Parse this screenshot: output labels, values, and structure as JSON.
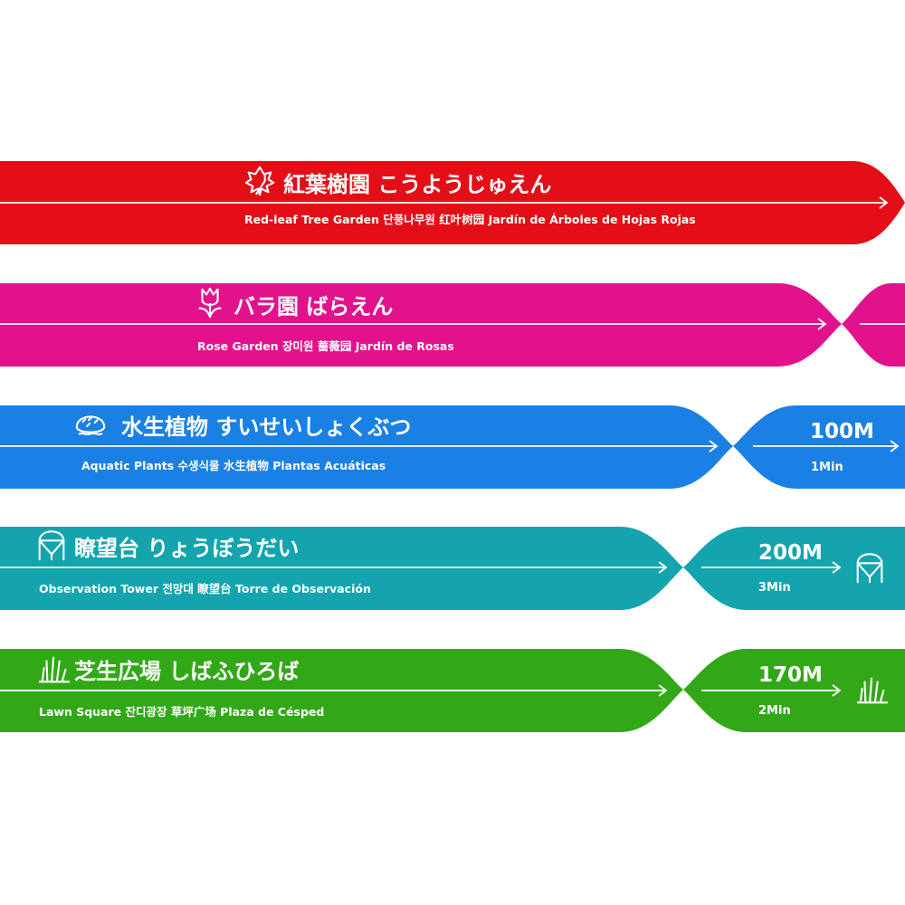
{
  "signs": [
    {
      "color": "#e30e18",
      "icon": "maple-leaf-icon",
      "title": "紅葉樹園 こうようじゅえん",
      "subtitle": "Red-leaf Tree Garden 단풍나무원 红叶树园 Jardín de Árboles de Hojas Rojas"
    },
    {
      "color": "#e2128c",
      "icon": "tulip-icon",
      "title": "バラ園 ばらえん",
      "subtitle": "Rose Garden 장미원 蔷薇园 Jardín de Rosas"
    },
    {
      "color": "#1a80e4",
      "icon": "lily-pad-icon",
      "title": "水生植物 すいせいしょくぶつ",
      "subtitle": "Aquatic Plants 수생식물 水生植物 Plantas Acuáticas",
      "distance": "100M",
      "time": "1Min"
    },
    {
      "color": "#13a4ae",
      "icon": "observation-tower-icon",
      "title": "瞭望台 りょうぼうだい",
      "subtitle": "Observation Tower 전망대 瞭望台 Torre de Observación",
      "distance": "200M",
      "time": "3Min"
    },
    {
      "color": "#32a818",
      "icon": "grass-icon",
      "title": "芝生広場 しばふひろば",
      "subtitle": "Lawn Square 잔디광장 草坪广场 Plaza de Césped",
      "distance": "170M",
      "time": "2Min"
    }
  ]
}
